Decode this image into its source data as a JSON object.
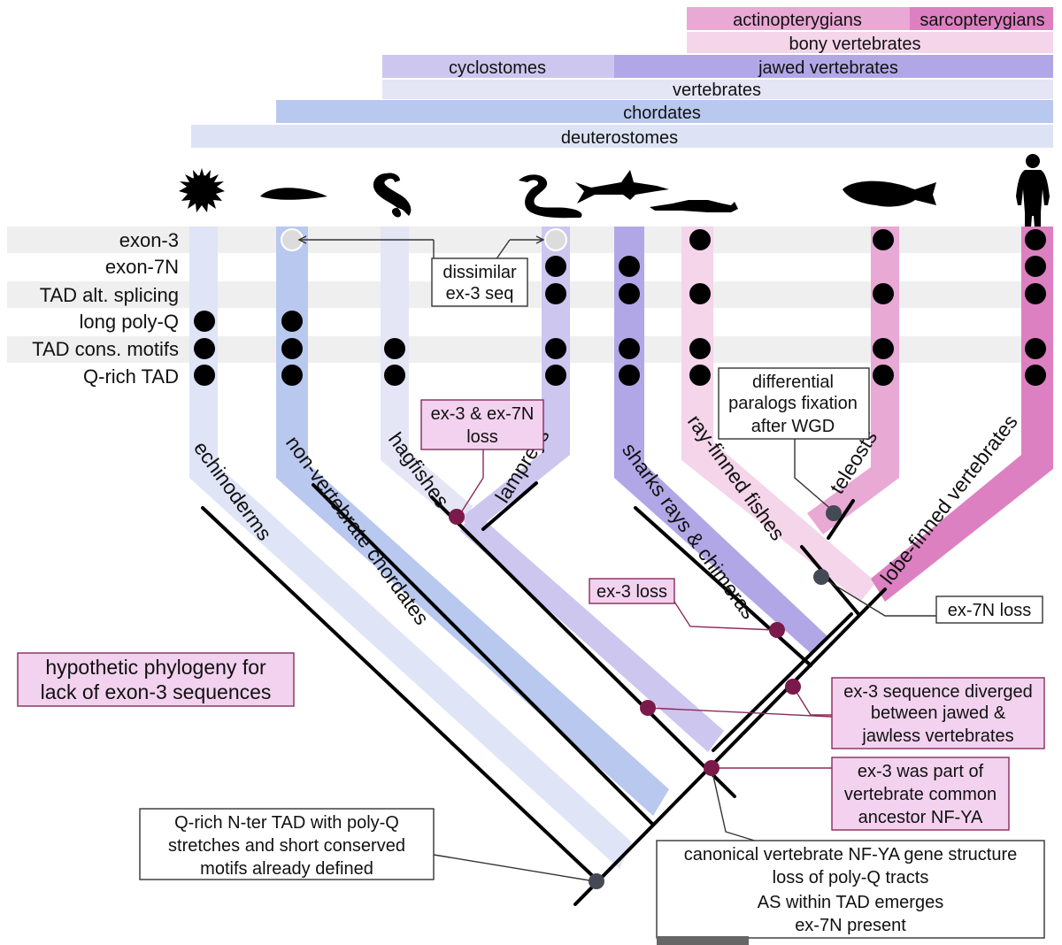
{
  "taxa_bands": {
    "actinopterygians": "actinopterygians",
    "sarcopterygians": "sarcopterygians",
    "bony_vertebrates": "bony vertebrates",
    "cyclostomes": "cyclostomes",
    "jawed_vertebrates": "jawed vertebrates",
    "vertebrates": "vertebrates",
    "chordates": "chordates",
    "deuterostomes": "deuterostomes"
  },
  "features": [
    "exon-3",
    "exon-7N",
    "TAD alt. splicing",
    "long poly-Q",
    "TAD cons. motifs",
    "Q-rich TAD"
  ],
  "clades": {
    "echinoderms": "echinoderms",
    "non_vertebrate_chordates": "non-vertebrate   chordates",
    "hagfishes": "hagfishes",
    "lampreys": "lampreys",
    "sharks": "sharks rays & chimeras",
    "ray_finned": "ray-finned  fishes",
    "teleosts": "teleosts",
    "lobe_finned": "lobe-finned  vertebrates"
  },
  "presence": {
    "echinoderms": [
      "absent",
      "absent",
      "absent",
      "present",
      "present",
      "present"
    ],
    "non_vertebrate_chordates": [
      "dissimilar",
      "absent",
      "absent",
      "present",
      "present",
      "present"
    ],
    "hagfishes": [
      "absent",
      "absent",
      "absent",
      "absent",
      "present",
      "present"
    ],
    "lampreys": [
      "dissimilar",
      "present",
      "present",
      "absent",
      "present",
      "present"
    ],
    "sharks": [
      "absent",
      "present",
      "present",
      "absent",
      "present",
      "present"
    ],
    "ray_finned": [
      "present",
      "absent",
      "present",
      "absent",
      "present",
      "present"
    ],
    "teleosts": [
      "present",
      "absent",
      "present",
      "absent",
      "present",
      "present"
    ],
    "lobe_finned": [
      "present",
      "present",
      "present",
      "absent",
      "present",
      "present"
    ]
  },
  "annotations": {
    "dissimilar_line1": "dissimilar",
    "dissimilar_line2": "ex-3 seq",
    "loss_ex3_ex7n_line1": "ex-3 & ex-7N",
    "loss_ex3_ex7n_line2": "loss",
    "differential_line1": "differential",
    "differential_line2": "paralogs fixation",
    "differential_line3": "after WGD",
    "ex3_loss": "ex-3 loss",
    "ex7n_loss": "ex-7N loss",
    "hypothetic_line1": "hypothetic  phylogeny  for",
    "hypothetic_line2": "lack of exon-3 sequences",
    "diverged_line1": "ex-3 sequence diverged",
    "diverged_line2": "between jawed &",
    "diverged_line3": "jawless vertebrates",
    "ancestor_line1": "ex-3 was part of",
    "ancestor_line2": "vertebrate common",
    "ancestor_line3": "ancestor NF-YA",
    "qrich_line1": "Q-rich N-ter TAD with poly-Q",
    "qrich_line2": "stretches and short conserved",
    "qrich_line3": "motifs already defined",
    "canonical_line1": "canonical vertebrate NF-YA gene structure",
    "canonical_line2": "loss of poly-Q tracts",
    "canonical_line3": "AS within TAD emerges",
    "canonical_line4": "ex-7N present"
  },
  "colors": {
    "deuterostomes": "#dde3f5",
    "chordates": "#b9c8ef",
    "vertebrates": "#e4e6f5",
    "cyclostomes": "#cdc6ef",
    "jawed": "#b2a7e6",
    "bony": "#f4d5ea",
    "actino": "#e8a9d5",
    "sarco": "#dd80c1",
    "node_key": "#7a1a4a",
    "node_gray": "#444a55",
    "note_fill": "#f2d2ef",
    "note_stroke": "#8a2a5a"
  }
}
